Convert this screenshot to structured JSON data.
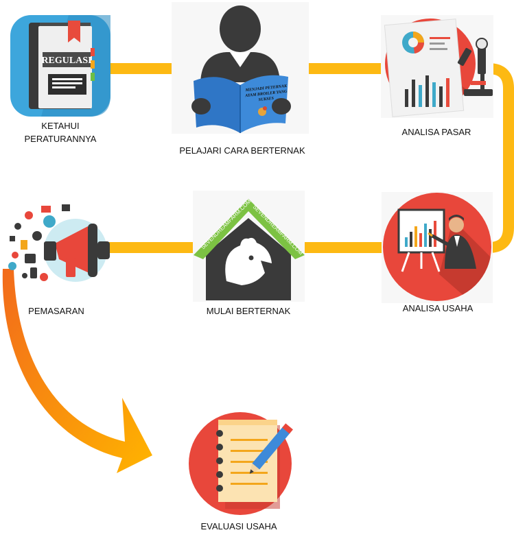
{
  "steps": [
    {
      "id": "regulasi",
      "label_lines": [
        "KETAHUI",
        "PERATURANNYA"
      ],
      "icon": "regulation-book-icon",
      "icon_text": "REGULASI"
    },
    {
      "id": "belajar",
      "label_lines": [
        "PELAJARI CARA BERTERNAK"
      ],
      "icon": "person-reading-book-icon",
      "book_text": [
        "MENJADI PETERNAK",
        "AYAM BROILER YANG",
        "SUKSES"
      ]
    },
    {
      "id": "pasar",
      "label_lines": [
        "ANALISA PASAR"
      ],
      "icon": "market-analysis-report-icon"
    },
    {
      "id": "usaha",
      "label_lines": [
        "ANALISA USAHA"
      ],
      "icon": "business-presentation-icon"
    },
    {
      "id": "mulai",
      "label_lines": [
        "MULAI BERTERNAK"
      ],
      "icon": "chicken-house-icon",
      "roof_text": "SEVENDREAMFARM.COM"
    },
    {
      "id": "pemasaran",
      "label_lines": [
        "PEMASARAN"
      ],
      "icon": "megaphone-marketing-icon"
    },
    {
      "id": "evaluasi",
      "label_lines": [
        "EVALUASI USAHA"
      ],
      "icon": "notepad-pencil-icon"
    }
  ],
  "colors": {
    "connector": "#FDB913",
    "arrow_start": "#F26A1B",
    "arrow_end": "#FFB400",
    "red_circle": "#E8473B",
    "blue_tile": "#3DA6DC",
    "dark": "#3A3A3A",
    "green_band": "#7CC243"
  }
}
